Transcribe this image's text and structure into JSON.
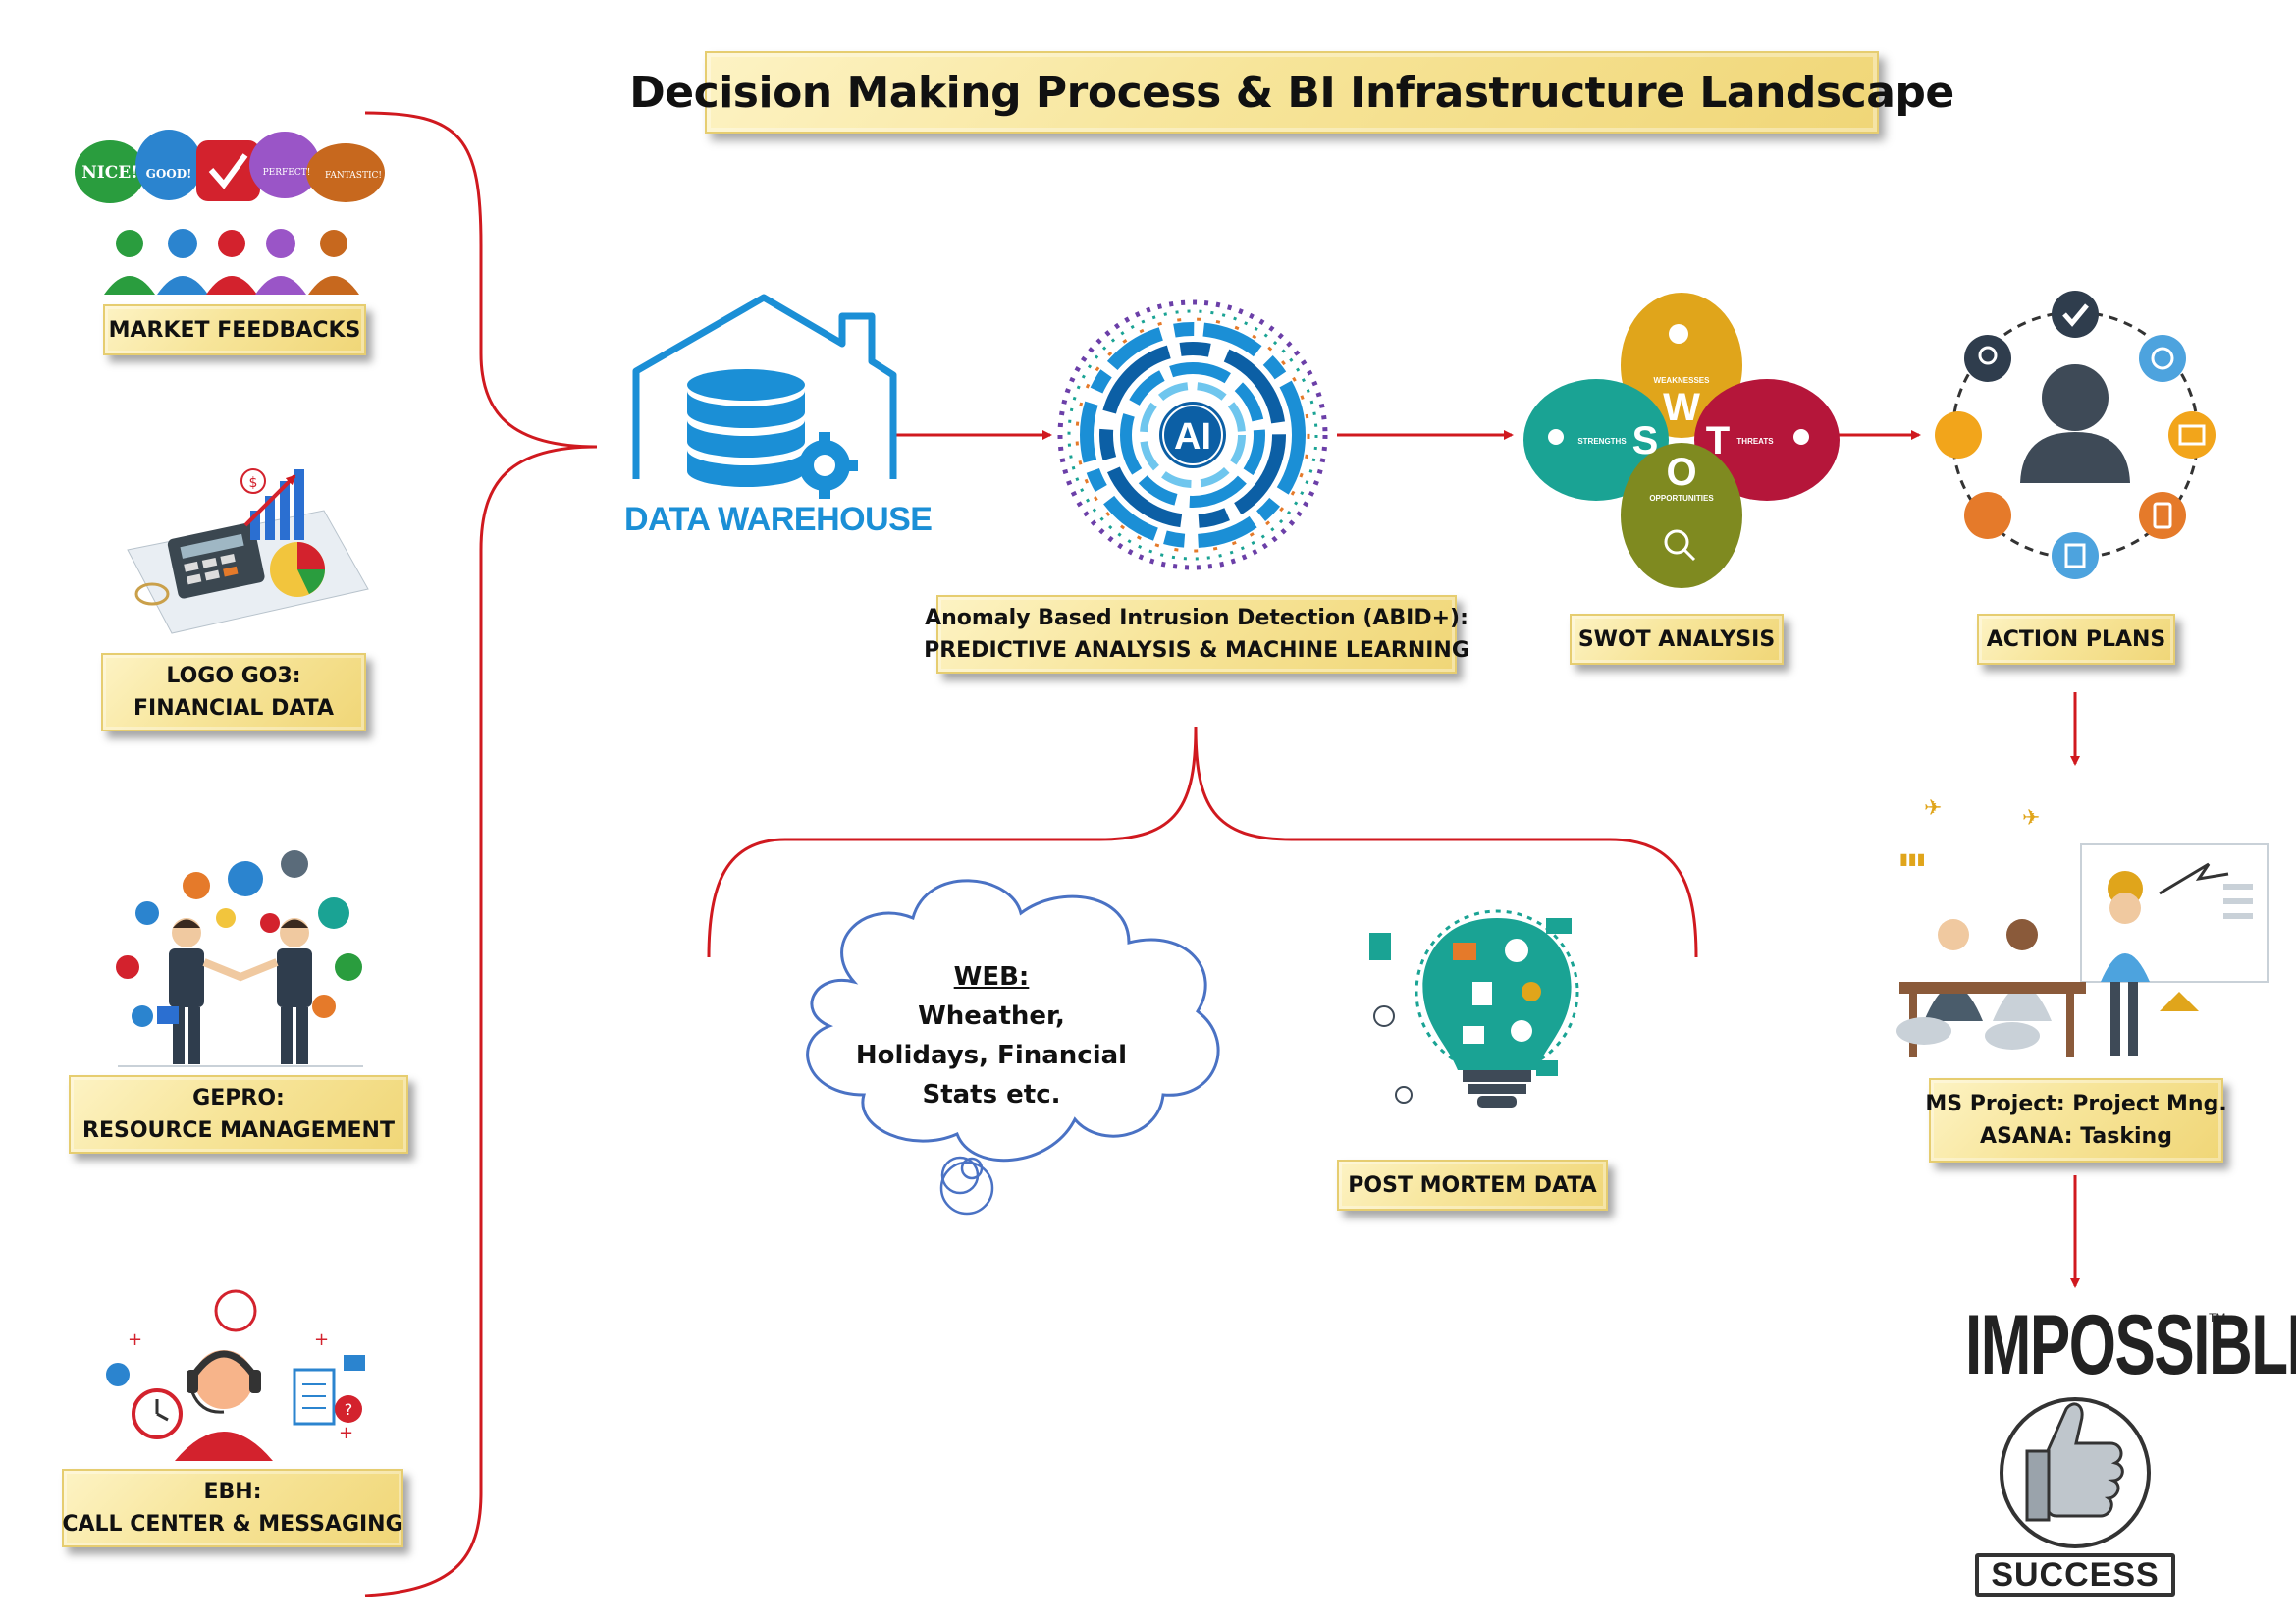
{
  "title": "Decision Making Process & BI Infrastructure Landscape",
  "sources": [
    {
      "lines": [
        "MARKET FEEDBACKS"
      ],
      "bubbles": [
        "NICE!",
        "GOOD!",
        "",
        "PERFECT!",
        "FANTASTIC!"
      ]
    },
    {
      "lines": [
        "LOGO GO3:",
        "FINANCIAL DATA"
      ]
    },
    {
      "lines": [
        "GEPRO:",
        "RESOURCE MANAGEMENT"
      ]
    },
    {
      "lines": [
        "EBH:",
        "CALL CENTER & MESSAGING"
      ]
    }
  ],
  "warehouse": {
    "label": "DATA WAREHOUSE"
  },
  "ai": {
    "badge": "AI",
    "label_lines": [
      "Anomaly Based Intrusion Detection (ABID+):",
      "PREDICTIVE ANALYSIS & MACHINE LEARNING"
    ]
  },
  "swot": {
    "label": "SWOT ANALYSIS",
    "letters": [
      "S",
      "W",
      "O",
      "T"
    ],
    "petals": {
      "weaknesses": "WEAKNESSES",
      "strengths": "STRENGTHS",
      "threats": "THREATS",
      "opportunities": "OPPORTUNITIES"
    }
  },
  "action": {
    "label": "ACTION PLANS"
  },
  "project": {
    "label_lines": [
      "MS Project: Project Mng.",
      "ASANA: Tasking"
    ]
  },
  "web": {
    "heading": "WEB:",
    "lines": [
      "Wheather,",
      "Holidays, Financial",
      "Stats etc."
    ]
  },
  "postmortem": {
    "label": "POST MORTEM DATA"
  },
  "result": {
    "impossible": "IMPOSSIBLE",
    "tm": "TM",
    "success": "SUCCESS"
  },
  "colors": {
    "connector": "#d0191f",
    "label_fill": "#f7e59a",
    "warehouse_blue": "#1b8fd6",
    "swot_weakness": "#e0a51b",
    "swot_strength": "#1aa394",
    "swot_threat": "#b5163a",
    "swot_opportunity": "#7f8a20",
    "cloud_stroke": "#4a72c4"
  }
}
